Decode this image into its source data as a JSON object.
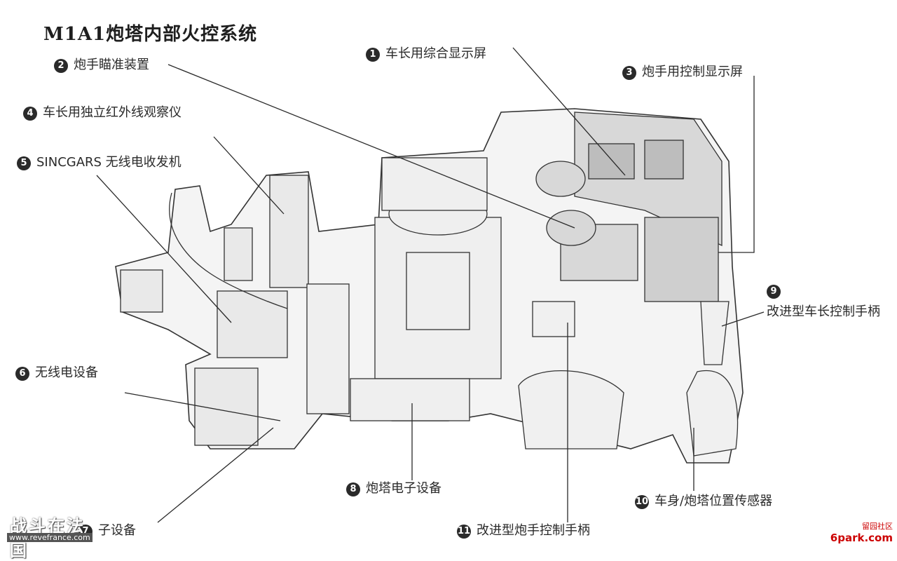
{
  "title": "M1A1炮塔内部火控系统",
  "labels": [
    {
      "id": "l1",
      "num": "1",
      "text": "车长用综合显示屏"
    },
    {
      "id": "l2",
      "num": "2",
      "text": "炮手瞄准装置"
    },
    {
      "id": "l3",
      "num": "3",
      "text": "炮手用控制显示屏"
    },
    {
      "id": "l4",
      "num": "4",
      "text": "车长用独立红外线观察仪"
    },
    {
      "id": "l5",
      "num": "5",
      "text": "SINCGARS 无线电收发机"
    },
    {
      "id": "l6",
      "num": "6",
      "text": "无线电设备"
    },
    {
      "id": "l7",
      "num": "7",
      "text": "子设备"
    },
    {
      "id": "l8",
      "num": "8",
      "text": "炮塔电子设备"
    },
    {
      "id": "l9",
      "num": "9",
      "text": "改进型车长控制手柄"
    },
    {
      "id": "l10",
      "num": "10",
      "text": "车身/炮塔位置传感器"
    },
    {
      "id": "l11",
      "num": "11",
      "text": "改进型炮手控制手柄"
    }
  ],
  "watermarks": {
    "left_big": "战斗在法国",
    "left_small": "www.revefrance.com",
    "right_cn": "留园社区",
    "right_en": "6park.com"
  },
  "colors": {
    "ink": "#2a2a2a",
    "watermark_red": "#cc0000"
  }
}
